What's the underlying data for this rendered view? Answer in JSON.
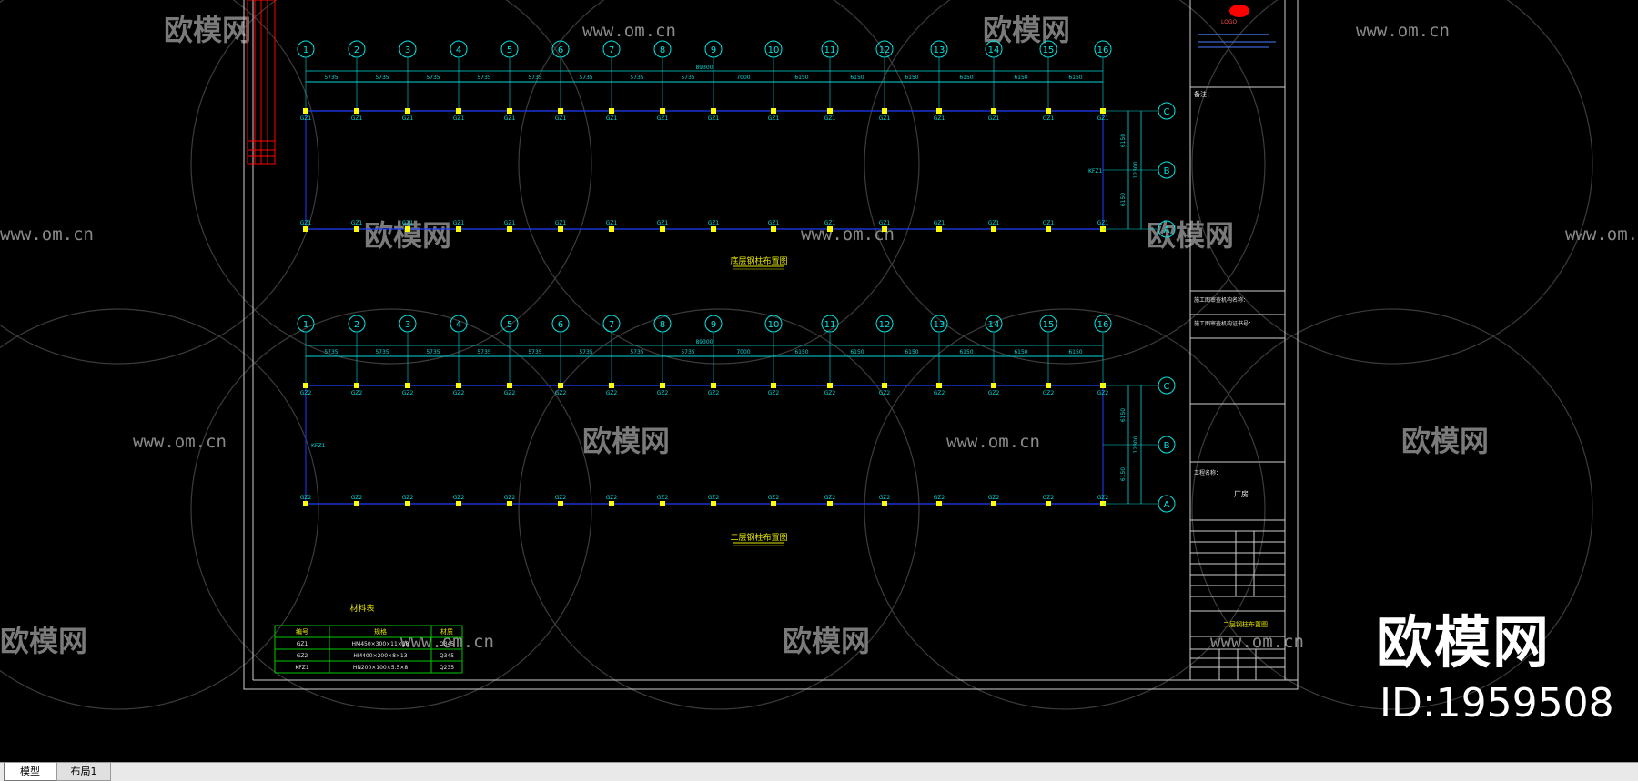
{
  "tabs": [
    {
      "label": "模型",
      "active": true
    },
    {
      "label": "布局1",
      "active": false
    }
  ],
  "plans": [
    {
      "title": "底层钢柱布置图",
      "axis_numbers": [
        "1",
        "2",
        "3",
        "4",
        "5",
        "6",
        "7",
        "8",
        "9",
        "10",
        "11",
        "12",
        "13",
        "14",
        "15",
        "16"
      ],
      "spans": [
        "5735",
        "5735",
        "5735",
        "5735",
        "5735",
        "5735",
        "5735",
        "5735",
        "7000",
        "6150",
        "6150",
        "6150",
        "6150",
        "6150",
        "6150"
      ],
      "total": "89300",
      "column_label": "GZ1",
      "row_axes": [
        "C",
        "B",
        "A"
      ],
      "row_dims": [
        "6150",
        "6150"
      ],
      "row_total": "12300",
      "side_label": "KFZ1"
    },
    {
      "title": "二层钢柱布置图",
      "axis_numbers": [
        "1",
        "2",
        "3",
        "4",
        "5",
        "6",
        "7",
        "8",
        "9",
        "10",
        "11",
        "12",
        "13",
        "14",
        "15",
        "16"
      ],
      "spans": [
        "5735",
        "5735",
        "5735",
        "5735",
        "5735",
        "5735",
        "5735",
        "5735",
        "7000",
        "6150",
        "6150",
        "6150",
        "6150",
        "6150",
        "6150"
      ],
      "total": "89300",
      "column_label": "GZ2",
      "row_axes": [
        "C",
        "B",
        "A"
      ],
      "row_dims": [
        "6150",
        "6150"
      ],
      "row_total": "12300",
      "side_label": "KFZ1"
    }
  ],
  "material_table": {
    "title": "材料表",
    "headers": [
      "编号",
      "规格",
      "材质"
    ],
    "rows": [
      [
        "GZ1",
        "HM450×300×11×18",
        "Q345"
      ],
      [
        "GZ2",
        "HM400×200×8×13",
        "Q345"
      ],
      [
        "KFZ1",
        "HN200×100×5.5×8",
        "Q235"
      ]
    ]
  },
  "title_block": {
    "notes_label": "备注：",
    "field_lines": [
      "施工图审查机构名称：",
      "施工图审查机构证书号："
    ],
    "project_label": "工程名称：",
    "project_name": "厂房",
    "drawing_title": "二层钢柱布置图"
  },
  "watermark": {
    "brand": "欧模网",
    "id": "ID:1959508",
    "site": "www.om.cn"
  },
  "colors": {
    "axis_circle": "#00e5e5",
    "grid_line": "#1e3cff",
    "dim_line": "#00d8d8",
    "column_mark": "#ffff00",
    "frame": "#cfcfcf",
    "table_line": "#00c800",
    "label_yellow": "#e6e600",
    "red_block": "#ff0000"
  }
}
